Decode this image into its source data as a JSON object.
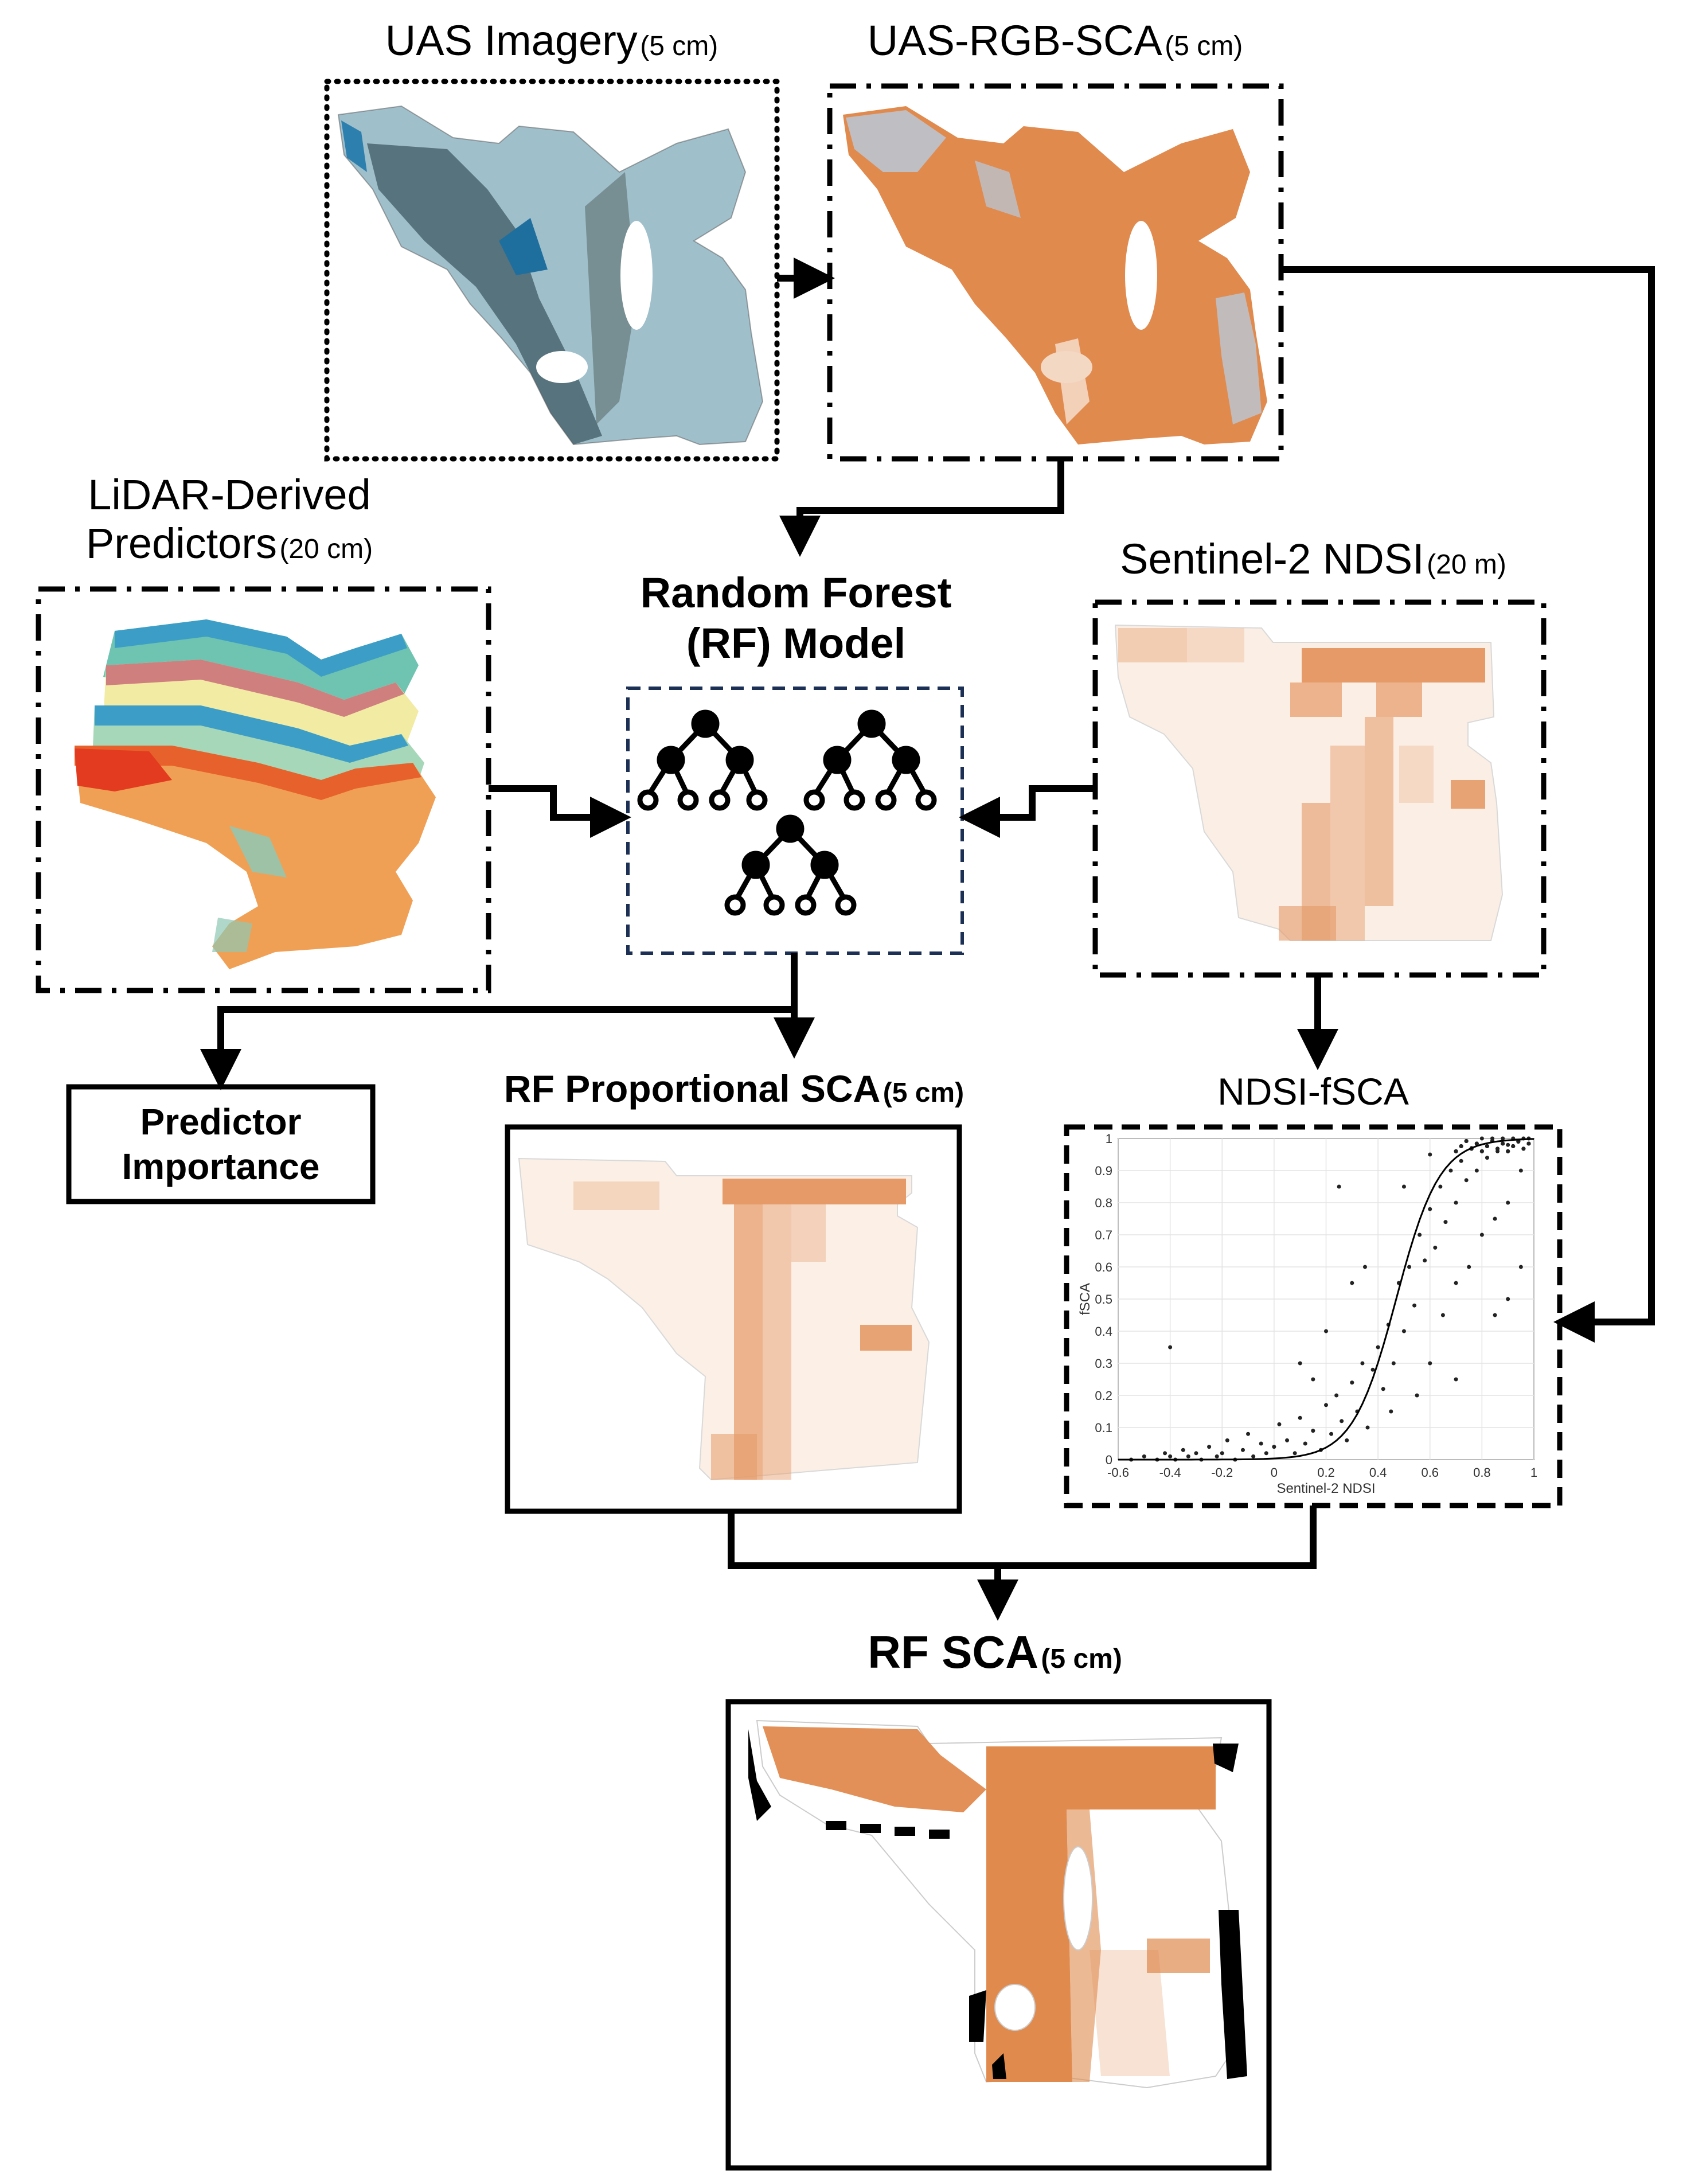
{
  "labels": {
    "uas_imagery": {
      "main": "UAS Imagery",
      "res": "(5 cm)"
    },
    "uas_rgb_sca": {
      "main": "UAS-RGB-SCA",
      "res": "(5 cm)"
    },
    "lidar_line1": "LiDAR-Derived",
    "lidar_line2": {
      "main": "Predictors",
      "res": "(20 cm)"
    },
    "rf_model_line1": "Random Forest",
    "rf_model_line2": "(RF) Model",
    "sentinel_ndsi": {
      "main": "Sentinel-2 NDSI",
      "res": "(20 m)"
    },
    "rf_prop_sca": {
      "main": "RF Proportional SCA",
      "res": "(5 cm)"
    },
    "ndsi_fsca": "NDSI-fSCA",
    "predictor_importance_line1": "Predictor",
    "predictor_importance_line2": "Importance",
    "rf_sca": {
      "main": "RF SCA",
      "res": "(5 cm)"
    }
  },
  "colors": {
    "snow_orange": "#e08a4e",
    "rgb_blue": "#9fc3dc",
    "rf_box_border": "#1c2f55",
    "arrow": "#000000"
  },
  "chart_data": {
    "type": "scatter",
    "title": "",
    "xlabel": "Sentinel-2 NDSI",
    "ylabel": "fSCA",
    "xlim": [
      -0.6,
      1
    ],
    "ylim": [
      0,
      1
    ],
    "xticks": [
      "-0.6",
      "-0.4",
      "-0.2",
      "0",
      "0.2",
      "0.4",
      "0.6",
      "0.8",
      "1"
    ],
    "yticks": [
      "0",
      "0.1",
      "0.2",
      "0.3",
      "0.4",
      "0.5",
      "0.6",
      "0.7",
      "0.8",
      "0.9",
      "1"
    ],
    "grid": true,
    "fit_curve": {
      "type": "logistic",
      "midpoint": 0.47,
      "steepness": 12
    },
    "points": [
      [
        -0.55,
        0.0
      ],
      [
        -0.5,
        0.01
      ],
      [
        -0.45,
        0.0
      ],
      [
        -0.42,
        0.02
      ],
      [
        -0.4,
        0.01
      ],
      [
        -0.38,
        0.0
      ],
      [
        -0.35,
        0.03
      ],
      [
        -0.33,
        0.01
      ],
      [
        -0.3,
        0.02
      ],
      [
        -0.28,
        0.0
      ],
      [
        -0.25,
        0.04
      ],
      [
        -0.22,
        0.01
      ],
      [
        -0.2,
        0.02
      ],
      [
        -0.18,
        0.06
      ],
      [
        -0.15,
        0.0
      ],
      [
        -0.12,
        0.03
      ],
      [
        -0.1,
        0.08
      ],
      [
        -0.08,
        0.01
      ],
      [
        -0.05,
        0.05
      ],
      [
        -0.03,
        0.02
      ],
      [
        0.0,
        0.04
      ],
      [
        0.02,
        0.11
      ],
      [
        0.05,
        0.06
      ],
      [
        0.08,
        0.02
      ],
      [
        0.1,
        0.13
      ],
      [
        0.12,
        0.05
      ],
      [
        0.15,
        0.09
      ],
      [
        0.18,
        0.03
      ],
      [
        0.2,
        0.17
      ],
      [
        0.22,
        0.08
      ],
      [
        0.24,
        0.2
      ],
      [
        0.26,
        0.12
      ],
      [
        0.28,
        0.06
      ],
      [
        0.3,
        0.24
      ],
      [
        0.32,
        0.15
      ],
      [
        0.34,
        0.3
      ],
      [
        0.36,
        0.1
      ],
      [
        0.38,
        0.28
      ],
      [
        0.4,
        0.35
      ],
      [
        0.42,
        0.22
      ],
      [
        0.44,
        0.42
      ],
      [
        0.46,
        0.3
      ],
      [
        0.48,
        0.55
      ],
      [
        0.5,
        0.4
      ],
      [
        0.52,
        0.6
      ],
      [
        0.54,
        0.48
      ],
      [
        0.56,
        0.7
      ],
      [
        0.58,
        0.62
      ],
      [
        0.6,
        0.78
      ],
      [
        0.62,
        0.66
      ],
      [
        0.64,
        0.85
      ],
      [
        0.66,
        0.74
      ],
      [
        0.68,
        0.9
      ],
      [
        0.7,
        0.8
      ],
      [
        0.72,
        0.93
      ],
      [
        0.74,
        0.87
      ],
      [
        0.76,
        0.97
      ],
      [
        0.78,
        0.9
      ],
      [
        0.8,
        1.0
      ],
      [
        0.82,
        0.94
      ],
      [
        0.84,
        1.0
      ],
      [
        0.86,
        0.96
      ],
      [
        0.88,
        1.0
      ],
      [
        0.9,
        0.98
      ],
      [
        0.92,
        1.0
      ],
      [
        0.94,
        0.99
      ],
      [
        0.96,
        1.0
      ],
      [
        0.98,
        1.0
      ],
      [
        0.7,
        0.55
      ],
      [
        0.75,
        0.6
      ],
      [
        0.8,
        0.7
      ],
      [
        0.85,
        0.75
      ],
      [
        0.9,
        0.8
      ],
      [
        0.95,
        0.9
      ],
      [
        0.55,
        0.2
      ],
      [
        0.6,
        0.3
      ],
      [
        0.65,
        0.45
      ],
      [
        0.3,
        0.55
      ],
      [
        0.2,
        0.4
      ],
      [
        0.1,
        0.3
      ],
      [
        -0.4,
        0.35
      ],
      [
        0.35,
        0.6
      ],
      [
        0.25,
        0.85
      ],
      [
        0.6,
        0.95
      ],
      [
        0.5,
        0.85
      ],
      [
        0.9,
        0.5
      ],
      [
        0.85,
        0.45
      ],
      [
        0.95,
        0.6
      ],
      [
        0.7,
        0.25
      ],
      [
        0.45,
        0.15
      ],
      [
        0.15,
        0.25
      ]
    ]
  }
}
